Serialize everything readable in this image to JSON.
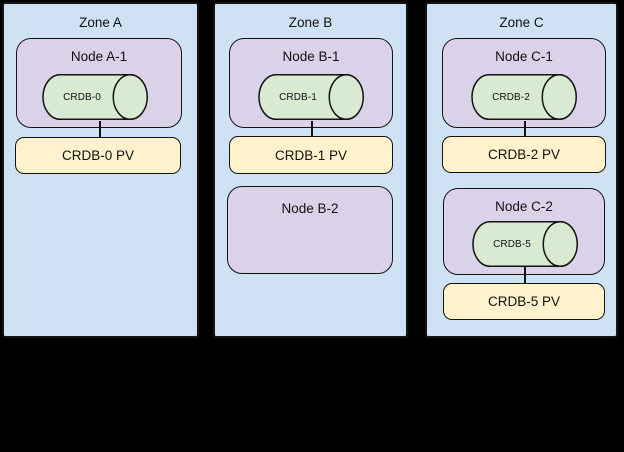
{
  "colors": {
    "background": "#000000",
    "zone_fill": "#cfe2f3",
    "node_fill": "#d9d2e9",
    "pod_fill": "#d9ead3",
    "pv_fill": "#fff2cc",
    "border": "#141414"
  },
  "zones": [
    {
      "title": "Zone A",
      "nodes": [
        {
          "label": "Node A-1",
          "pod": "CRDB-0",
          "pv": "CRDB-0 PV"
        }
      ]
    },
    {
      "title": "Zone B",
      "nodes": [
        {
          "label": "Node B-1",
          "pod": "CRDB-1",
          "pv": "CRDB-1 PV"
        },
        {
          "label": "Node B-2"
        }
      ]
    },
    {
      "title": "Zone C",
      "nodes": [
        {
          "label": "Node C-1",
          "pod": "CRDB-2",
          "pv": "CRDB-2 PV"
        },
        {
          "label": "Node C-2",
          "pod": "CRDB-5",
          "pv": "CRDB-5 PV"
        }
      ]
    }
  ]
}
